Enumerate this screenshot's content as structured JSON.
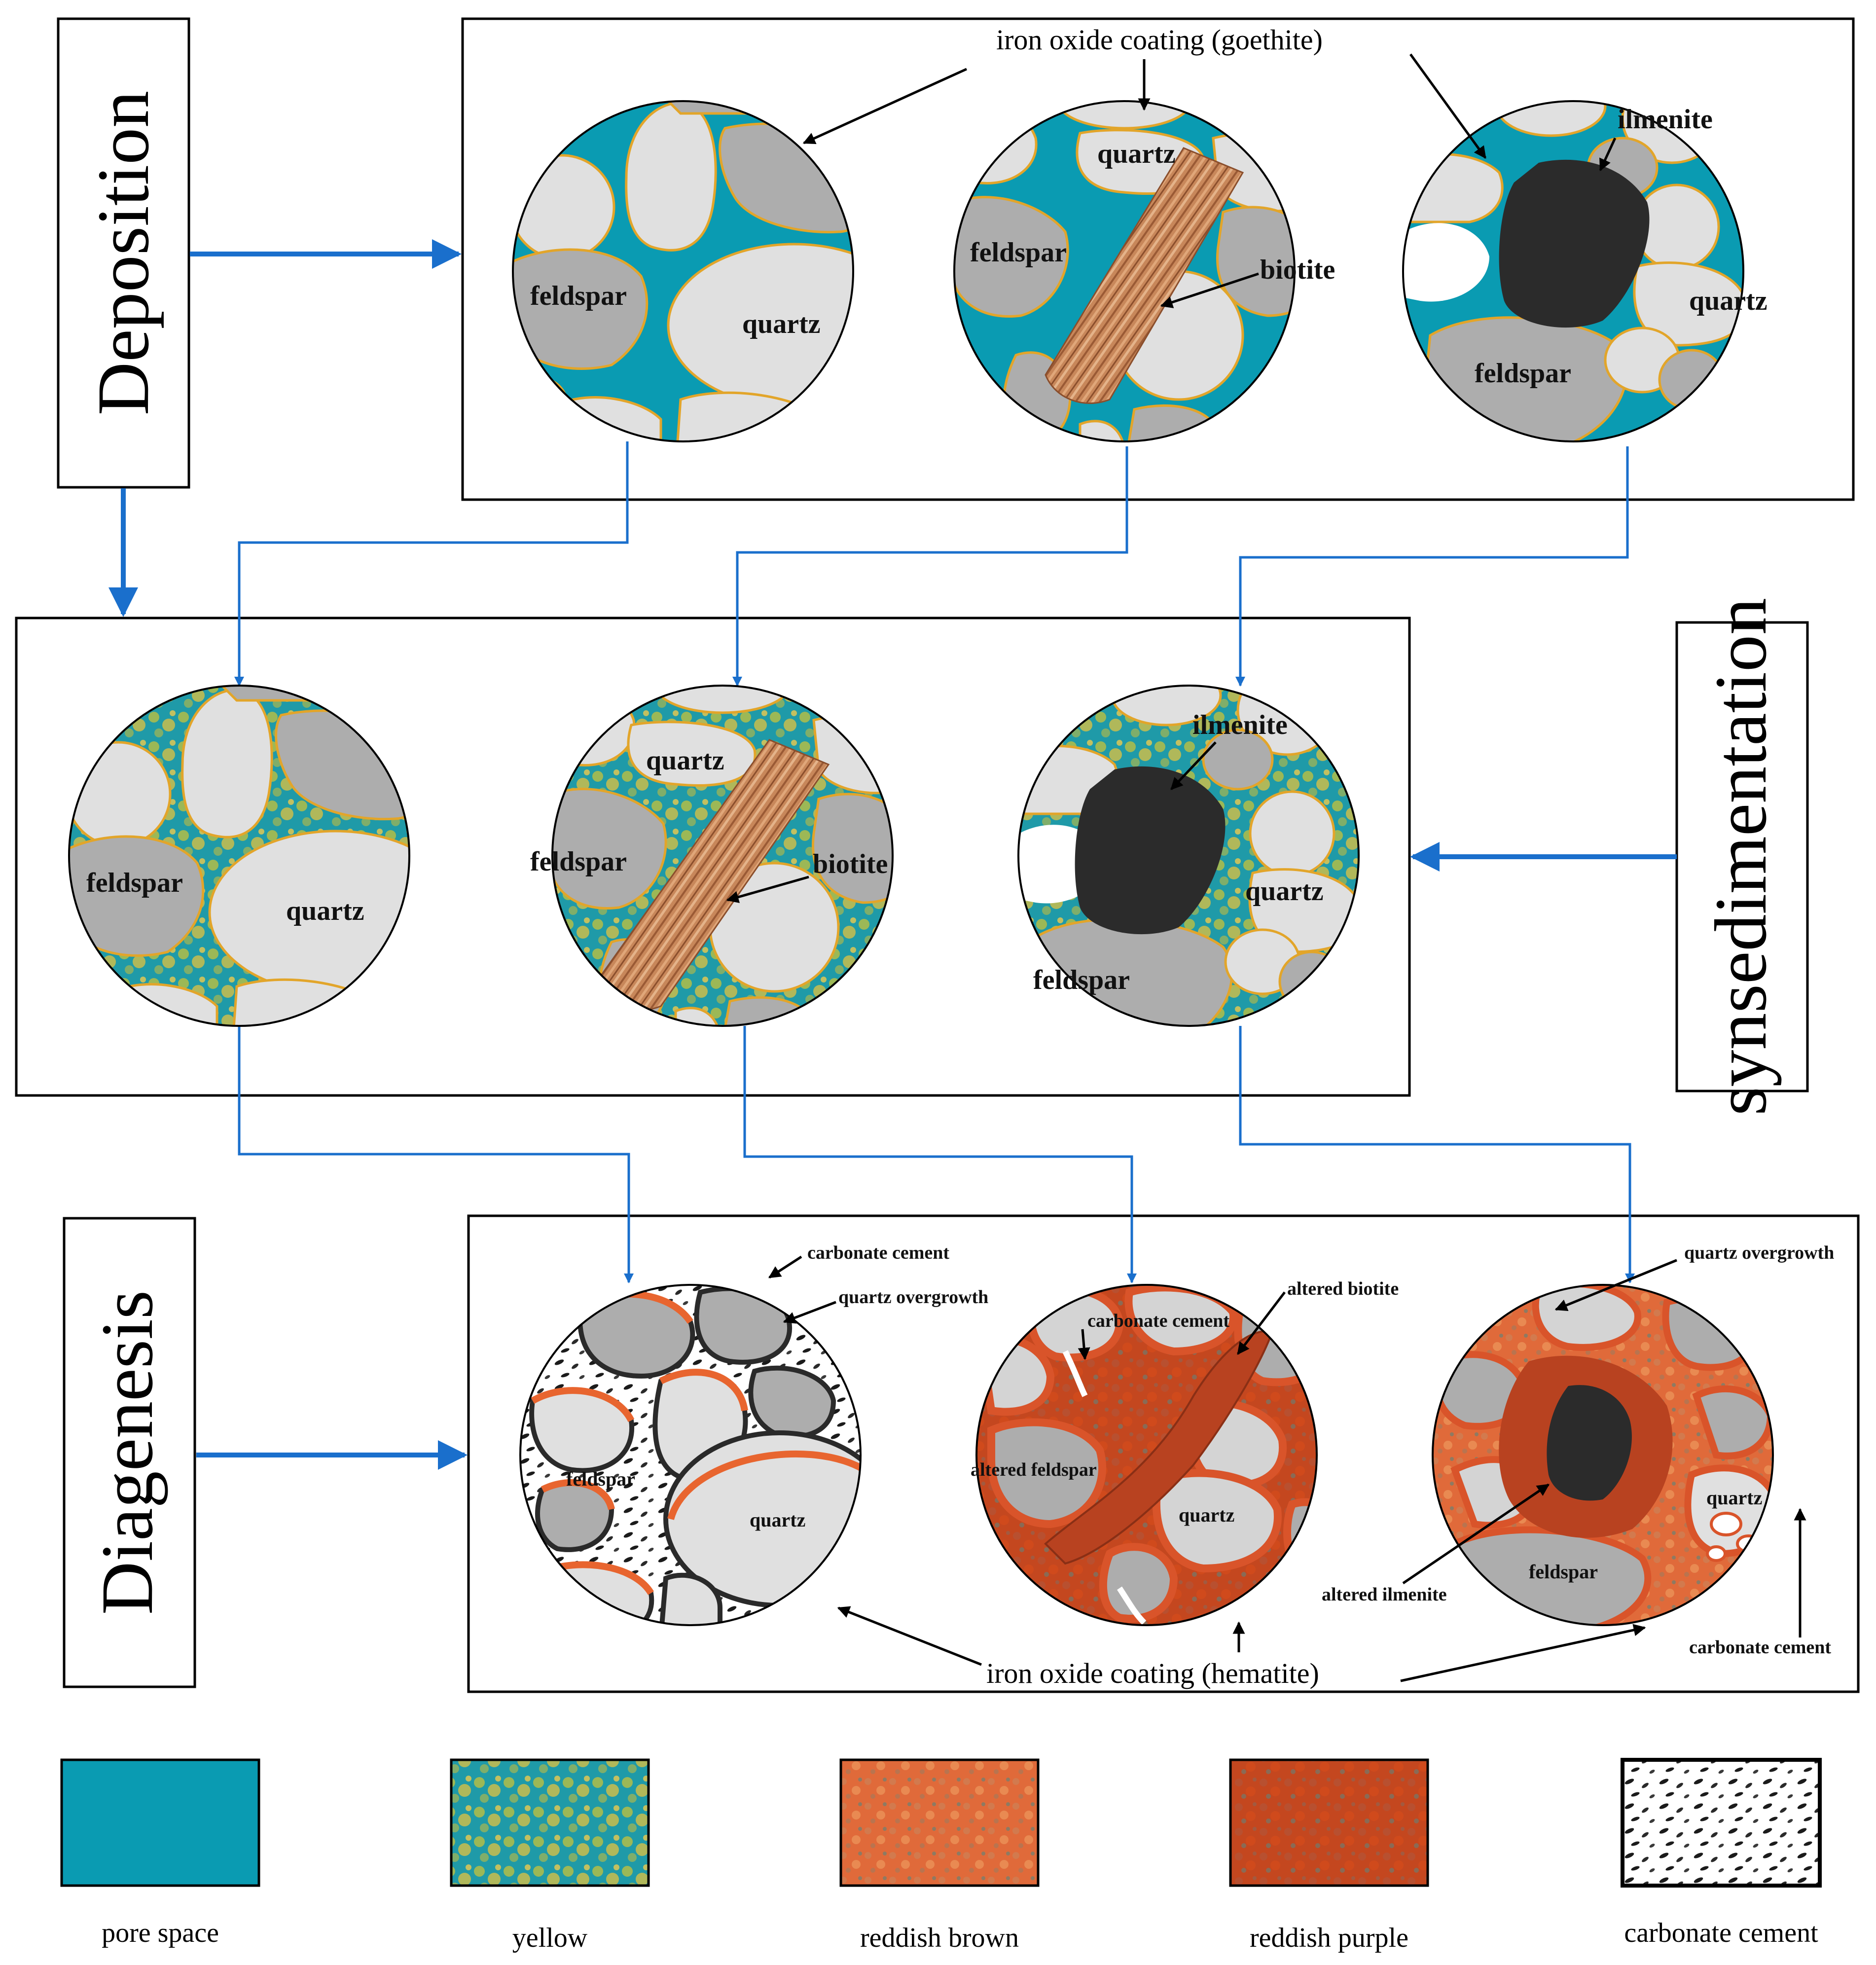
{
  "stages": {
    "deposition": "Deposition",
    "synsedimentation": "synsedimentation",
    "diagenesis": "Diagenesis"
  },
  "deposition_panel": {
    "coating_label": "iron oxide coating (goethite)",
    "circle1": {
      "feldspar": "feldspar",
      "quartz": "quartz"
    },
    "circle2": {
      "quartz": "quartz",
      "feldspar": "feldspar",
      "biotite": "biotite"
    },
    "circle3": {
      "ilmenite": "ilmenite",
      "quartz": "quartz",
      "feldspar": "feldspar"
    }
  },
  "synsed_panel": {
    "circle1": {
      "feldspar": "feldspar",
      "quartz": "quartz"
    },
    "circle2": {
      "quartz": "quartz",
      "feldspar": "feldspar",
      "biotite": "biotite"
    },
    "circle3": {
      "ilmenite": "ilmenite",
      "quartz": "quartz",
      "feldspar": "feldspar"
    }
  },
  "diagenesis_panel": {
    "coating_label": "iron oxide coating (hematite)",
    "circle1": {
      "carbonate": "carbonate cement",
      "overgrowth": "quartz overgrowth",
      "feldspar": "feldspar",
      "quartz": "quartz"
    },
    "circle2": {
      "carbonate": "carbonate cement",
      "altered_biotite": "altered biotite",
      "altered_feldspar": "altered feldspar",
      "quartz": "quartz"
    },
    "circle3": {
      "overgrowth": "quartz overgrowth",
      "quartz": "quartz",
      "feldspar": "feldspar",
      "altered_ilmenite": "altered ilmenite",
      "carbonate": "carbonate cement"
    }
  },
  "legend": [
    {
      "label": "pore space",
      "color": "#0a9bb2"
    },
    {
      "label": "yellow",
      "color": "#7fae6a"
    },
    {
      "label": "reddish brown",
      "color": "#e06a3a"
    },
    {
      "label": "reddish purple",
      "color": "#c4471f"
    },
    {
      "label": "carbonate cement",
      "color": "#ffffff"
    }
  ],
  "colors": {
    "pore": "#0a9bb2",
    "quartz": "#e0e0e0",
    "feldspar": "#adadad",
    "ilmenite": "#2b2b2b",
    "biotite": "#c8875a",
    "arrow_blue": "#1a6fcc",
    "hematite": "#d9542a"
  }
}
